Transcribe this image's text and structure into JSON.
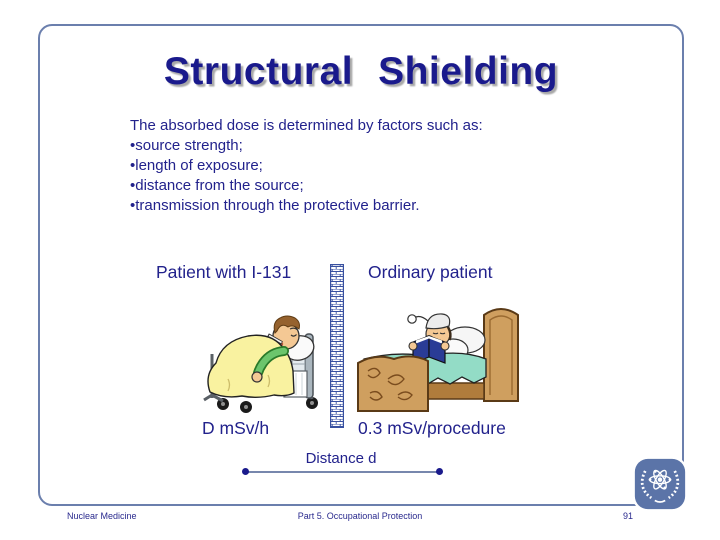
{
  "slide": {
    "title": "Structural Shielding",
    "body": {
      "intro": "The absorbed dose is determined by factors such as:",
      "bullets": [
        "•source strength;",
        "•length of exposure;",
        "•distance from the source;",
        "•transmission through the protective barrier."
      ]
    },
    "diagram": {
      "left_label": "Patient with I-131",
      "right_label": "Ordinary patient",
      "left_dose": "D mSv/h",
      "right_dose": "0.3 mSv/procedure",
      "distance_label": "Distance d"
    },
    "footer": {
      "left": "Nuclear Medicine",
      "center": "Part 5. Occupational Protection",
      "page_number": "91"
    },
    "graphics": {
      "left_clipart": "patient-in-hospital-bed-with-thermometer",
      "right_clipart": "patient-reading-in-wooden-bed",
      "barrier": "brick-wall-barrier",
      "logo": "iaea-atom-wreath-emblem"
    },
    "colors": {
      "title_text": "#1a1a8c",
      "body_text": "#22228c",
      "frame_border": "#6b7fad",
      "logo_background": "#5b74a8",
      "brick_line": "#3850a0",
      "distance_line": "#7787ad",
      "blanket_left": "#f9f2a0",
      "blanket_right": "#93dcc6",
      "wood": "#cf9f5f"
    }
  }
}
